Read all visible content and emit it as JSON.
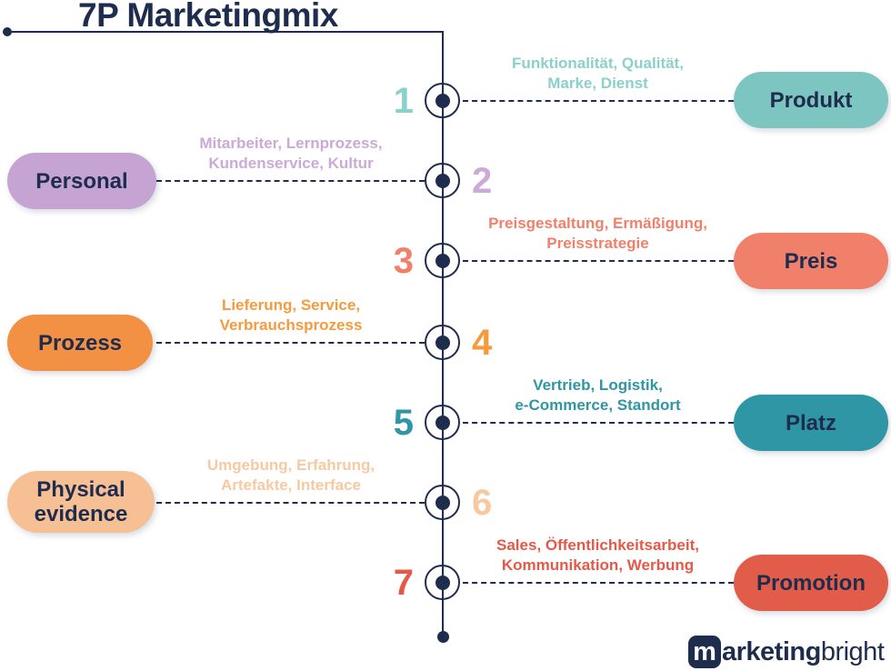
{
  "title": "7P Marketingmix",
  "colors": {
    "navy": "#1e2c4e",
    "background": "#ffffff"
  },
  "rows": [
    {
      "num": "1",
      "label": "Produkt",
      "desc1": "Funktionalität, Qualität,",
      "desc2": "Marke, Dienst",
      "pill_color": "#7cc5c1",
      "accent_color": "#8bd0ca",
      "side": "right"
    },
    {
      "num": "2",
      "label": "Personal",
      "desc1": "Mitarbeiter, Lernprozess,",
      "desc2": "Kundenservice, Kultur",
      "pill_color": "#c5a3d2",
      "accent_color": "#cbaad7",
      "side": "left"
    },
    {
      "num": "3",
      "label": "Preis",
      "desc1": "Preisgestaltung, Ermäßigung,",
      "desc2": "Preisstrategie",
      "pill_color": "#f08069",
      "accent_color": "#f0806a",
      "side": "right"
    },
    {
      "num": "4",
      "label": "Prozess",
      "desc1": "Lieferung, Service,",
      "desc2": "Verbrauchsprozess",
      "pill_color": "#f29043",
      "accent_color": "#f59b3e",
      "side": "left"
    },
    {
      "num": "5",
      "label": "Platz",
      "desc1": "Vertrieb, Logistik,",
      "desc2": "e-Commerce, Standort",
      "pill_color": "#2e96a4",
      "accent_color": "#2e96a4",
      "side": "right"
    },
    {
      "num": "6",
      "label": "Physical evidence",
      "desc1": "Umgebung, Erfahrung,",
      "desc2": "Artefakte, Interface",
      "pill_color": "#f6bf94",
      "accent_color": "#f8c9a0",
      "side": "left"
    },
    {
      "num": "7",
      "label": "Promotion",
      "desc1": "Sales, Öffentlichkeitsarbeit,",
      "desc2": "Kommunikation, Werbung",
      "pill_color": "#e15c49",
      "accent_color": "#e65847",
      "side": "right"
    }
  ],
  "logo": {
    "m": "m",
    "bold_part": "arketing",
    "light_part": "bright"
  }
}
